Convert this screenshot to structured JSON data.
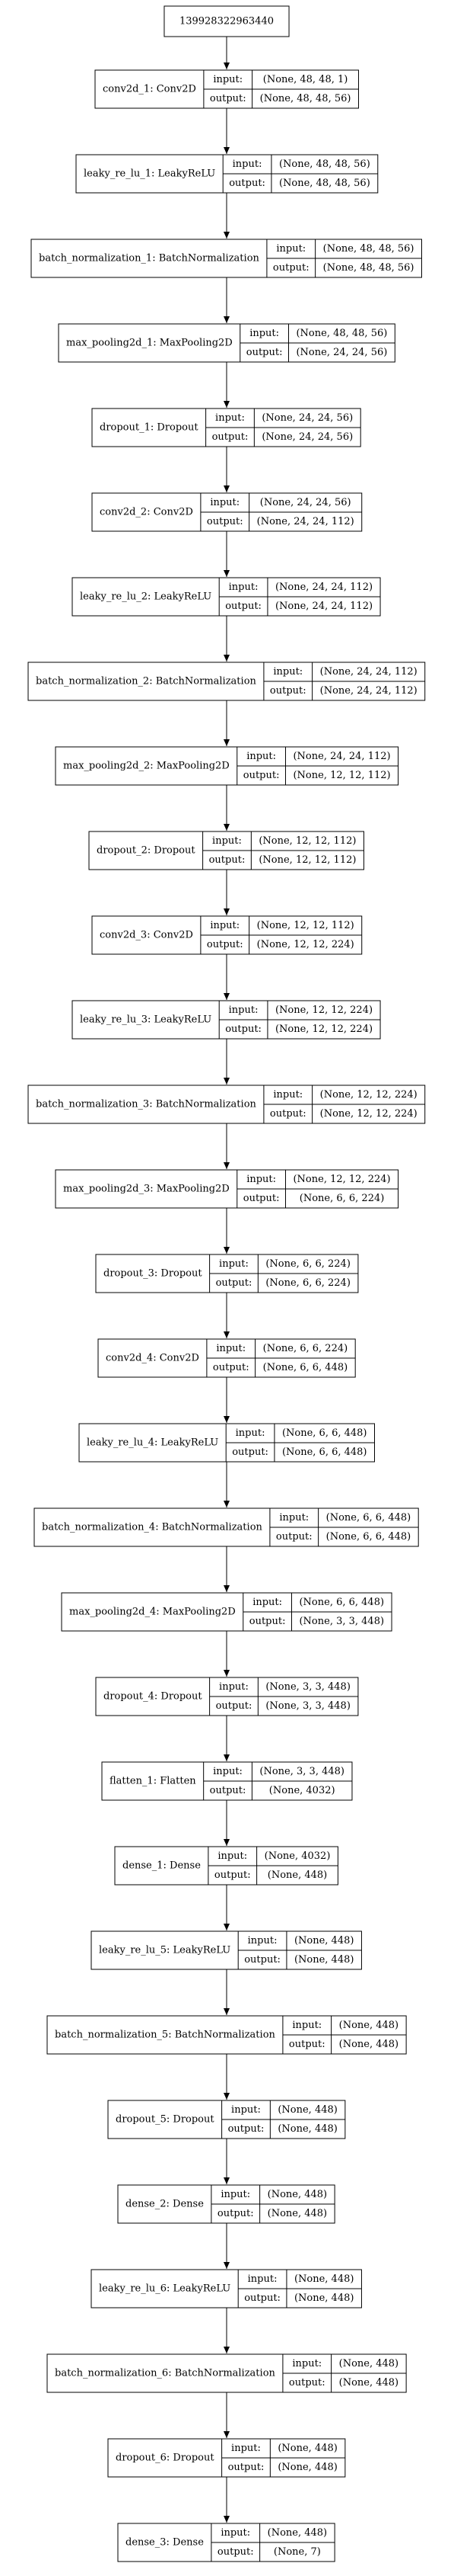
{
  "root_id": "139928322963440",
  "io_labels": {
    "input": "input:",
    "output": "output:"
  },
  "layers": [
    {
      "name": "conv2d_1: Conv2D",
      "input": "(None, 48, 48, 1)",
      "output": "(None, 48, 48, 56)"
    },
    {
      "name": "leaky_re_lu_1: LeakyReLU",
      "input": "(None, 48, 48, 56)",
      "output": "(None, 48, 48, 56)"
    },
    {
      "name": "batch_normalization_1: BatchNormalization",
      "input": "(None, 48, 48, 56)",
      "output": "(None, 48, 48, 56)"
    },
    {
      "name": "max_pooling2d_1: MaxPooling2D",
      "input": "(None, 48, 48, 56)",
      "output": "(None, 24, 24, 56)"
    },
    {
      "name": "dropout_1: Dropout",
      "input": "(None, 24, 24, 56)",
      "output": "(None, 24, 24, 56)"
    },
    {
      "name": "conv2d_2: Conv2D",
      "input": "(None, 24, 24, 56)",
      "output": "(None, 24, 24, 112)"
    },
    {
      "name": "leaky_re_lu_2: LeakyReLU",
      "input": "(None, 24, 24, 112)",
      "output": "(None, 24, 24, 112)"
    },
    {
      "name": "batch_normalization_2: BatchNormalization",
      "input": "(None, 24, 24, 112)",
      "output": "(None, 24, 24, 112)"
    },
    {
      "name": "max_pooling2d_2: MaxPooling2D",
      "input": "(None, 24, 24, 112)",
      "output": "(None, 12, 12, 112)"
    },
    {
      "name": "dropout_2: Dropout",
      "input": "(None, 12, 12, 112)",
      "output": "(None, 12, 12, 112)"
    },
    {
      "name": "conv2d_3: Conv2D",
      "input": "(None, 12, 12, 112)",
      "output": "(None, 12, 12, 224)"
    },
    {
      "name": "leaky_re_lu_3: LeakyReLU",
      "input": "(None, 12, 12, 224)",
      "output": "(None, 12, 12, 224)"
    },
    {
      "name": "batch_normalization_3: BatchNormalization",
      "input": "(None, 12, 12, 224)",
      "output": "(None, 12, 12, 224)"
    },
    {
      "name": "max_pooling2d_3: MaxPooling2D",
      "input": "(None, 12, 12, 224)",
      "output": "(None, 6, 6, 224)"
    },
    {
      "name": "dropout_3: Dropout",
      "input": "(None, 6, 6, 224)",
      "output": "(None, 6, 6, 224)"
    },
    {
      "name": "conv2d_4: Conv2D",
      "input": "(None, 6, 6, 224)",
      "output": "(None, 6, 6, 448)"
    },
    {
      "name": "leaky_re_lu_4: LeakyReLU",
      "input": "(None, 6, 6, 448)",
      "output": "(None, 6, 6, 448)"
    },
    {
      "name": "batch_normalization_4: BatchNormalization",
      "input": "(None, 6, 6, 448)",
      "output": "(None, 6, 6, 448)"
    },
    {
      "name": "max_pooling2d_4: MaxPooling2D",
      "input": "(None, 6, 6, 448)",
      "output": "(None, 3, 3, 448)"
    },
    {
      "name": "dropout_4: Dropout",
      "input": "(None, 3, 3, 448)",
      "output": "(None, 3, 3, 448)"
    },
    {
      "name": "flatten_1: Flatten",
      "input": "(None, 3, 3, 448)",
      "output": "(None, 4032)"
    },
    {
      "name": "dense_1: Dense",
      "input": "(None, 4032)",
      "output": "(None, 448)"
    },
    {
      "name": "leaky_re_lu_5: LeakyReLU",
      "input": "(None, 448)",
      "output": "(None, 448)"
    },
    {
      "name": "batch_normalization_5: BatchNormalization",
      "input": "(None, 448)",
      "output": "(None, 448)"
    },
    {
      "name": "dropout_5: Dropout",
      "input": "(None, 448)",
      "output": "(None, 448)"
    },
    {
      "name": "dense_2: Dense",
      "input": "(None, 448)",
      "output": "(None, 448)"
    },
    {
      "name": "leaky_re_lu_6: LeakyReLU",
      "input": "(None, 448)",
      "output": "(None, 448)"
    },
    {
      "name": "batch_normalization_6: BatchNormalization",
      "input": "(None, 448)",
      "output": "(None, 448)"
    },
    {
      "name": "dropout_6: Dropout",
      "input": "(None, 448)",
      "output": "(None, 448)"
    },
    {
      "name": "dense_3: Dense",
      "input": "(None, 448)",
      "output": "(None, 7)"
    }
  ]
}
